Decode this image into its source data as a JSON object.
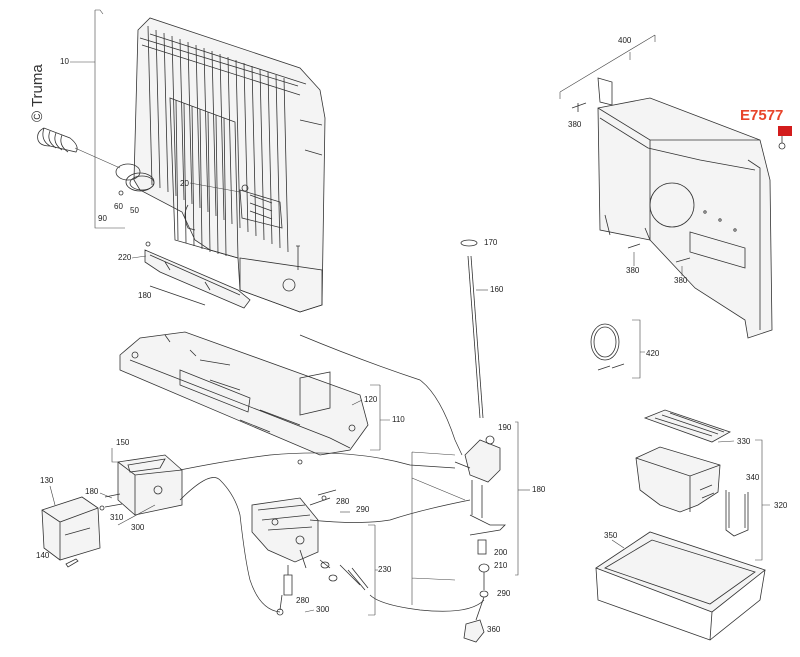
{
  "brand": "© Truma",
  "model_code": "E7577",
  "colors": {
    "model_code": "#e8442a",
    "highlight_box": "#d31c1c",
    "line": "#333333"
  },
  "callouts": {
    "c10": "10",
    "c20": "20",
    "c50": "50",
    "c60": "60",
    "c90": "90",
    "c220": "220",
    "c180a": "180",
    "c170": "170",
    "c160": "160",
    "c400": "400",
    "c380a": "380",
    "c380b": "380",
    "c380c": "380",
    "c420": "420",
    "c120": "120",
    "c110": "110",
    "c190": "190",
    "c180b": "180",
    "c150": "150",
    "c130": "130",
    "c180c": "180",
    "c310": "310",
    "c300a": "300",
    "c140": "140",
    "c280a": "280",
    "c290a": "290",
    "c230": "230",
    "c280b": "280",
    "c300b": "300",
    "c200": "200",
    "c210": "210",
    "c290b": "290",
    "c360": "360",
    "c330": "330",
    "c340": "340",
    "c320": "320",
    "c350": "350"
  }
}
